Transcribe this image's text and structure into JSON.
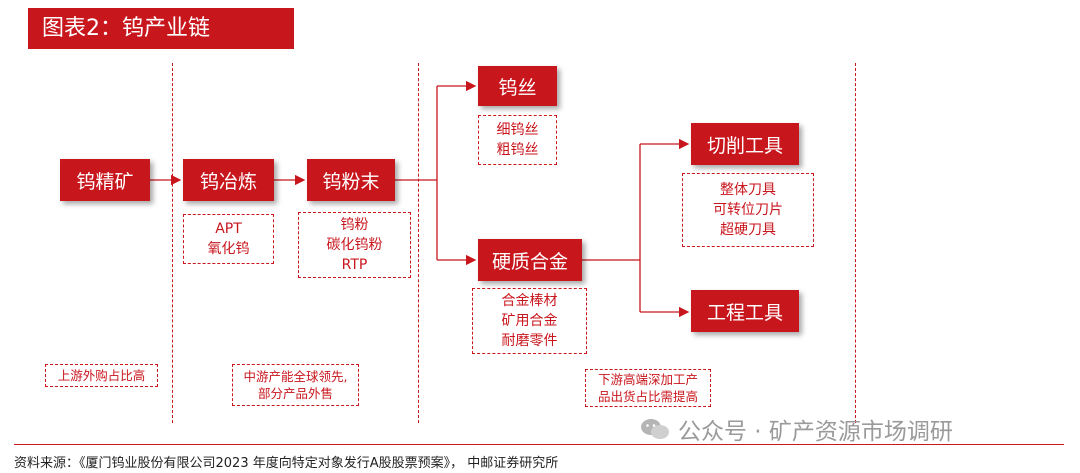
{
  "title": "图表2：钨产业链",
  "chain": {
    "ore": "钨精矿",
    "smelting": "钨冶炼",
    "powder": "钨粉末",
    "wire": "钨丝",
    "carbide": "硬质合金",
    "cutting_tools": "切削工具",
    "engineering_tools": "工程工具"
  },
  "details": {
    "smelting": [
      "APT",
      "氧化钨"
    ],
    "powder": [
      "钨粉",
      "碳化钨粉",
      "RTP"
    ],
    "wire": [
      "细钨丝",
      "粗钨丝"
    ],
    "cutting_tools": [
      "整体刀具",
      "可转位刀片",
      "超硬刀具"
    ],
    "carbide": [
      "合金棒材",
      "矿用合金",
      "耐磨零件"
    ]
  },
  "notes": {
    "upstream": "上游外购占比高",
    "midstream": [
      "中游产能全球领先,",
      "部分产品外售"
    ],
    "downstream": [
      "下游高端深加工产",
      "品出货占比需提高"
    ]
  },
  "source": "资料来源：《厦门钨业股份有限公司2023 年度向特定对象发行A股股票预案》，  中邮证券研究所",
  "watermark": "公众号 · 矿产资源市场调研",
  "colors": {
    "accent": "#c8161d"
  }
}
